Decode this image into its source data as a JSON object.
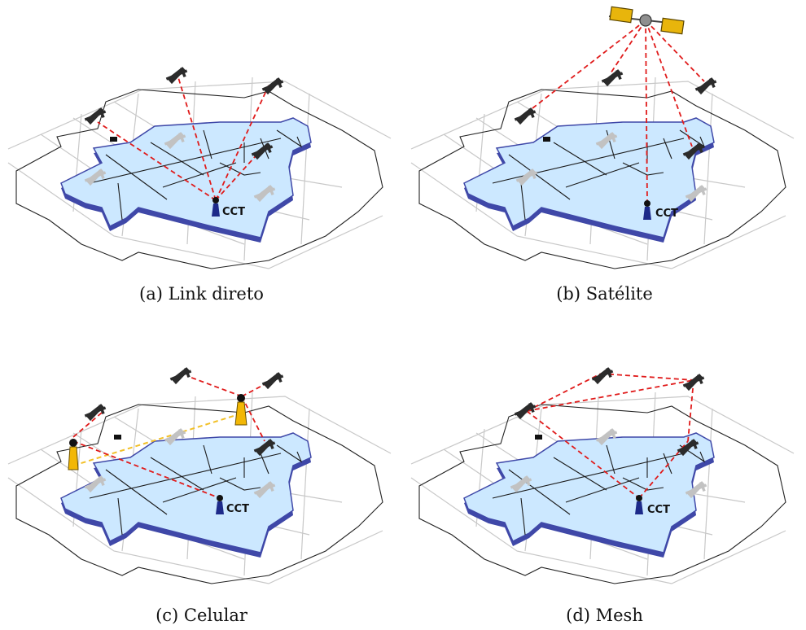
{
  "figure": {
    "node_label": "CCT",
    "panels": [
      {
        "id": "a",
        "caption": "(a) Link direto"
      },
      {
        "id": "b",
        "caption": "(b) Satélite"
      },
      {
        "id": "c",
        "caption": "(c) Celular"
      },
      {
        "id": "d",
        "caption": "(d) Mesh"
      }
    ]
  },
  "colors": {
    "map_fill": "#cce8ff",
    "map_edge": "#3f48a8",
    "grid": "#c8c8c8",
    "road": "#1a1a1a",
    "link_red": "#e01b1b",
    "link_yellow": "#f2c028",
    "tower": "#f2b705",
    "aircraft_dark": "#2b2b2b",
    "aircraft_ghost": "#c2c2c2",
    "satellite_panel": "#e8b50c"
  },
  "icons": [
    "aircraft-icon",
    "satellite-icon",
    "cell-tower-icon",
    "antenna-icon"
  ]
}
